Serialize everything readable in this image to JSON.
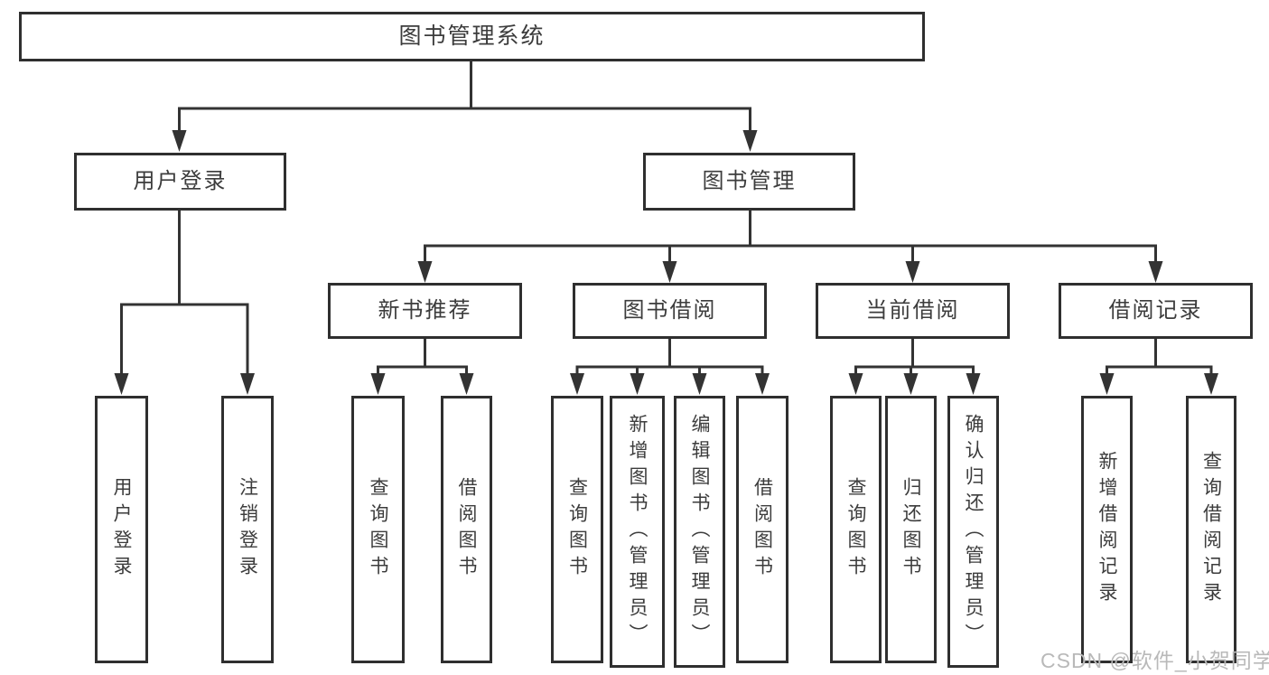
{
  "diagram": {
    "root": {
      "label": "图书管理系统"
    },
    "level2": [
      {
        "label": "用户登录",
        "children": [
          {
            "label": "用户登录"
          },
          {
            "label": "注销登录"
          }
        ]
      },
      {
        "label": "图书管理",
        "children": [
          {
            "label": "新书推荐",
            "children": [
              {
                "label": "查询图书"
              },
              {
                "label": "借阅图书"
              }
            ]
          },
          {
            "label": "图书借阅",
            "children": [
              {
                "label": "查询图书"
              },
              {
                "label": "新增图书（管理员）"
              },
              {
                "label": "编辑图书（管理员）"
              },
              {
                "label": "借阅图书"
              }
            ]
          },
          {
            "label": "当前借阅",
            "children": [
              {
                "label": "查询图书"
              },
              {
                "label": "归还图书"
              },
              {
                "label": "确认归还（管理员）"
              }
            ]
          },
          {
            "label": "借阅记录",
            "children": [
              {
                "label": "新增借阅记录"
              },
              {
                "label": "查询借阅记录"
              }
            ]
          }
        ]
      }
    ]
  },
  "watermark": {
    "text": "CSDN @软件_小贺同学"
  },
  "colors": {
    "line": "#333333",
    "box_border": "#2f2f2f",
    "text": "#3c3c3c",
    "watermark": "#b9b9b9",
    "background": "#ffffff"
  }
}
